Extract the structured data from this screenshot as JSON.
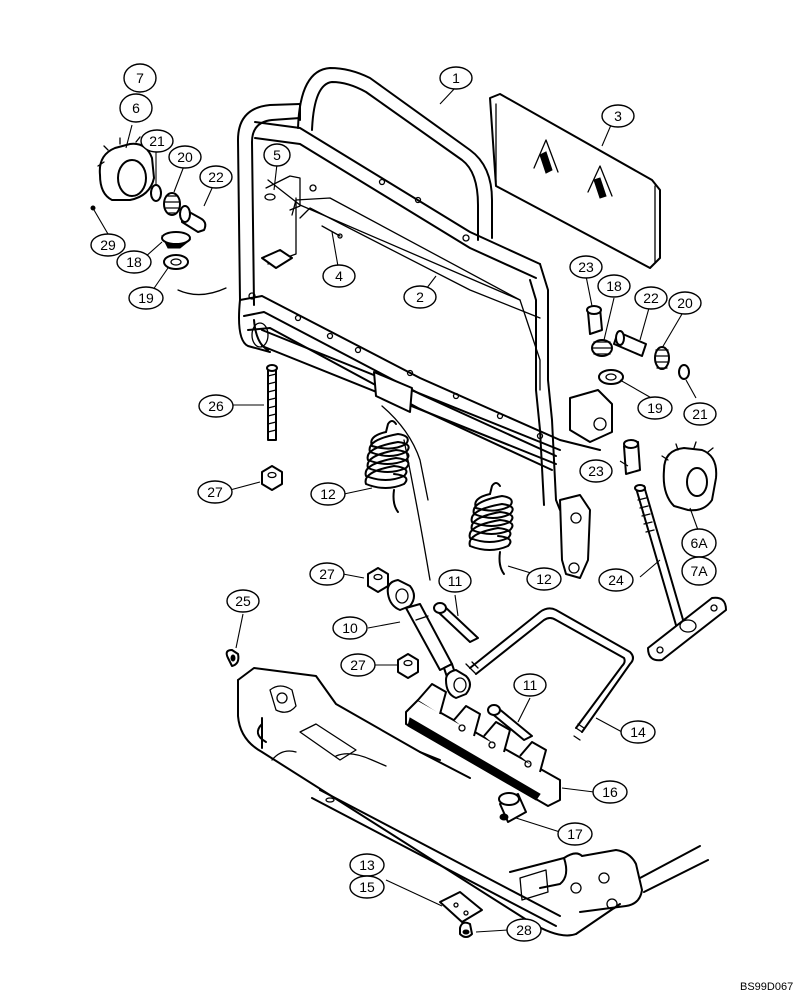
{
  "figure": {
    "reference_code": "BS99D067"
  },
  "callouts": [
    {
      "id": "c1",
      "label": "1"
    },
    {
      "id": "c2",
      "label": "2"
    },
    {
      "id": "c3",
      "label": "3"
    },
    {
      "id": "c4",
      "label": "4"
    },
    {
      "id": "c5",
      "label": "5"
    },
    {
      "id": "c6",
      "label": "6"
    },
    {
      "id": "c7",
      "label": "7"
    },
    {
      "id": "c6a",
      "label": "6A"
    },
    {
      "id": "c7a",
      "label": "7A"
    },
    {
      "id": "c10",
      "label": "10"
    },
    {
      "id": "c11a",
      "label": "11"
    },
    {
      "id": "c11b",
      "label": "11"
    },
    {
      "id": "c12a",
      "label": "12"
    },
    {
      "id": "c12b",
      "label": "12"
    },
    {
      "id": "c13",
      "label": "13"
    },
    {
      "id": "c14",
      "label": "14"
    },
    {
      "id": "c15",
      "label": "15"
    },
    {
      "id": "c16",
      "label": "16"
    },
    {
      "id": "c17",
      "label": "17"
    },
    {
      "id": "c18a",
      "label": "18"
    },
    {
      "id": "c18b",
      "label": "18"
    },
    {
      "id": "c19a",
      "label": "19"
    },
    {
      "id": "c19b",
      "label": "19"
    },
    {
      "id": "c20a",
      "label": "20"
    },
    {
      "id": "c20b",
      "label": "20"
    },
    {
      "id": "c21a",
      "label": "21"
    },
    {
      "id": "c21b",
      "label": "21"
    },
    {
      "id": "c22a",
      "label": "22"
    },
    {
      "id": "c22b",
      "label": "22"
    },
    {
      "id": "c23a",
      "label": "23"
    },
    {
      "id": "c23b",
      "label": "23"
    },
    {
      "id": "c24",
      "label": "24"
    },
    {
      "id": "c25",
      "label": "25"
    },
    {
      "id": "c26",
      "label": "26"
    },
    {
      "id": "c27a",
      "label": "27"
    },
    {
      "id": "c27b",
      "label": "27"
    },
    {
      "id": "c27c",
      "label": "27"
    },
    {
      "id": "c28",
      "label": "28"
    },
    {
      "id": "c29",
      "label": "29"
    }
  ]
}
